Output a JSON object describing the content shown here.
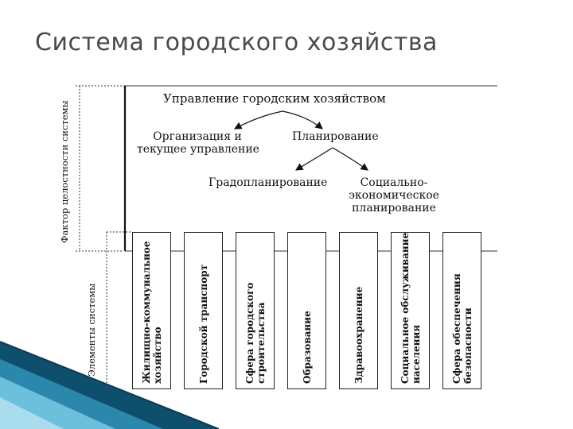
{
  "slide": {
    "title": "Система городского хозяйства"
  },
  "diagram": {
    "side_labels": {
      "integrity": "Фактор целостности системы",
      "elements": "Элементы системы"
    },
    "root": "Управление городским хозяйством",
    "level1": {
      "org": [
        "Организация и",
        "текущее управление"
      ],
      "planning": "Планирование"
    },
    "level2": {
      "urban": "Градопланирование",
      "socio": [
        "Социально-",
        "экономическое",
        "планирование"
      ]
    },
    "elements": [
      [
        "Жилищно-коммунальное",
        "хозяйство"
      ],
      [
        "Городской транспорт"
      ],
      [
        "Сфера городского",
        "строительства"
      ],
      [
        "Образование"
      ],
      [
        "Здравоохранение"
      ],
      [
        "Социальное обслуживание",
        "населения"
      ],
      [
        "Сфера обеспечения",
        "безопасности"
      ]
    ]
  },
  "colors": {
    "accent_dark": "#0f4f6e",
    "accent_light": "#6cc0dc",
    "title": "#4a4a4a"
  }
}
